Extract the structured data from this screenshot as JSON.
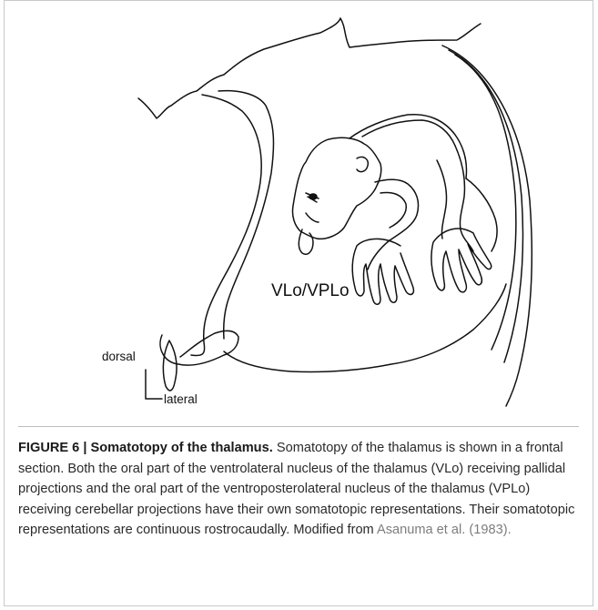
{
  "figure": {
    "labels": {
      "nucleus": "VLo/VPLo",
      "dorsal": "dorsal",
      "lateral": "lateral"
    }
  },
  "caption": {
    "label": "FIGURE 6 | Somatotopy of the thalamus.",
    "text": "Somatotopy of the thalamus is shown in a frontal section. Both the oral part of the ventrolateral nucleus of the thalamus (VLo) receiving pallidal projections and the oral part of the ventroposterolateral nucleus of the thalamus (VPLo) receiving cerebellar projections have their own somatotopic representations. Their somatotopic representations are continuous rostrocaudally. Modified from",
    "citation_link": "Asanuma et al.",
    "citation_year": "(1983)."
  }
}
